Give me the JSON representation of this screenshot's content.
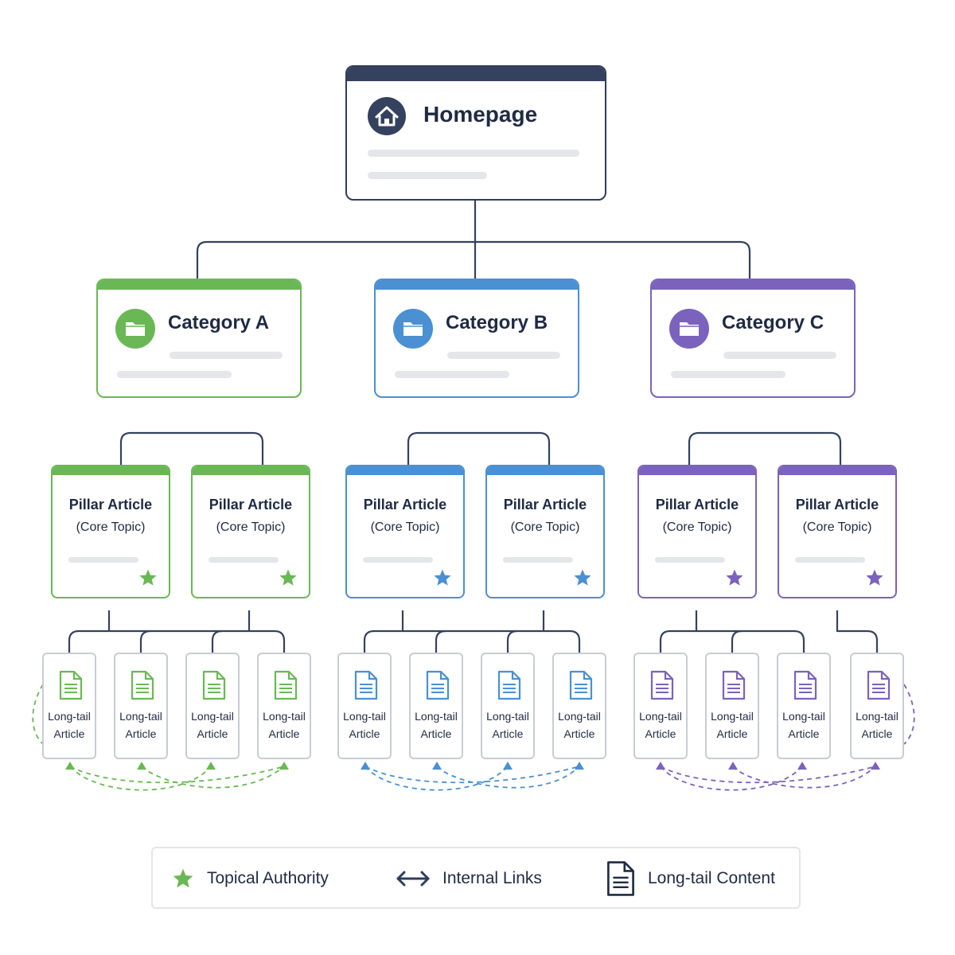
{
  "homepage": {
    "title": "Homepage",
    "icon": "home-icon"
  },
  "categories": [
    {
      "label": "Category A",
      "color": "#6ab855",
      "icon": "folder-icon"
    },
    {
      "label": "Category B",
      "color": "#4a90d2",
      "icon": "folder-icon"
    },
    {
      "label": "Category C",
      "color": "#7b62bd",
      "icon": "folder-icon"
    }
  ],
  "pillar": {
    "title": "Pillar Article",
    "subtitle": "(Core Topic)",
    "icon": "star-icon"
  },
  "longtail": {
    "line1": "Long-tail",
    "line2": "Article",
    "icon": "document-icon"
  },
  "legend": {
    "authority": "Topical Authority",
    "links": "Internal Links",
    "content": "Long-tail Content"
  },
  "colors": {
    "navy": "#2f3d5c",
    "line": "#34415f",
    "placeholder": "#e4e6ea"
  }
}
